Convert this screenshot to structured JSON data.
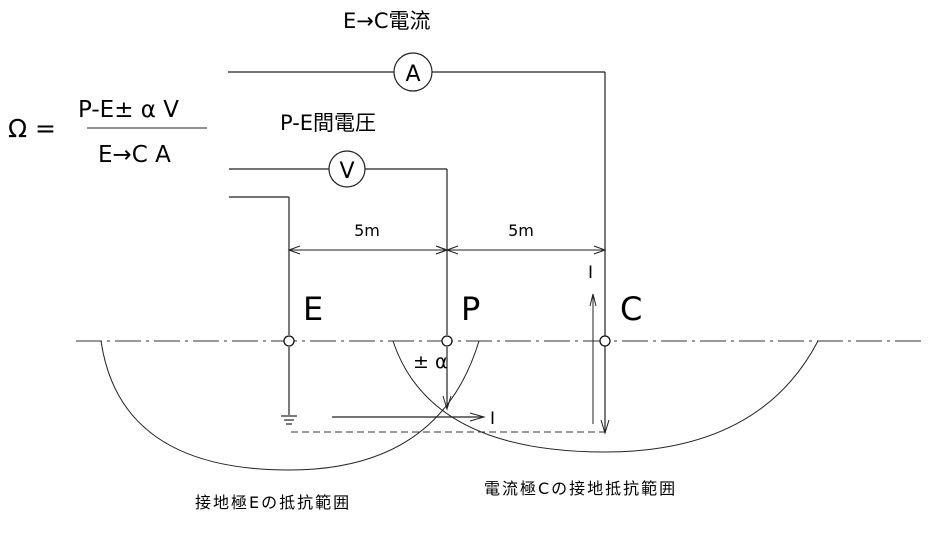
{
  "formula": {
    "lhs": "Ω =",
    "numerator": "P-E± α  V",
    "denominator": "E→C A"
  },
  "labels": {
    "current_title": "E→C電流",
    "voltage_title": "P-E間電圧",
    "ammeter": "A",
    "voltmeter": "V",
    "dist_ep": "5m",
    "dist_pc": "5m",
    "electrode_e": "E",
    "electrode_p": "P",
    "electrode_c": "C",
    "plus_minus_alpha": "± α",
    "current_i_top": "I",
    "current_i_bottom": "I",
    "range_e": "接地極Eの抵抗範囲",
    "range_c": "電流極Cの接地抵抗範囲"
  }
}
